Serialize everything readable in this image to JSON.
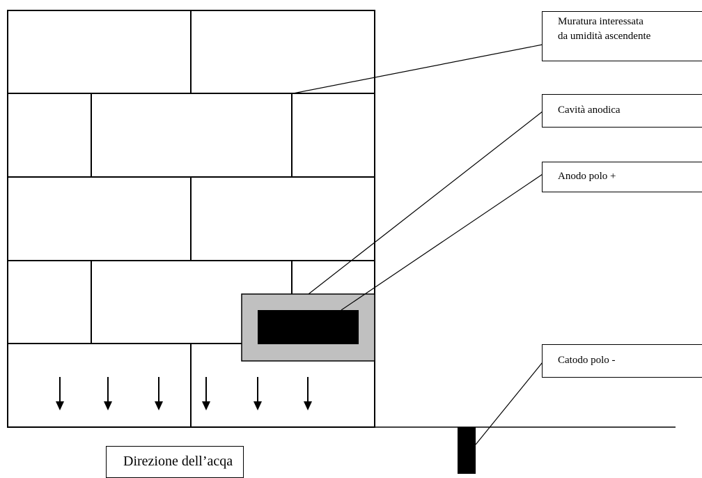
{
  "labels": {
    "muratura_line1": "Muratura interessata",
    "muratura_line2": "da umidità ascendente",
    "cavita": "Cavità anodica",
    "anodo": "Anodo polo +",
    "catodo": "Catodo polo -",
    "direzione": "Direzione dell’acqa"
  },
  "colors": {
    "cavity_fill": "#c0c0c0",
    "anode_fill": "#000000",
    "cathode_fill": "#000000",
    "line": "#000000"
  }
}
